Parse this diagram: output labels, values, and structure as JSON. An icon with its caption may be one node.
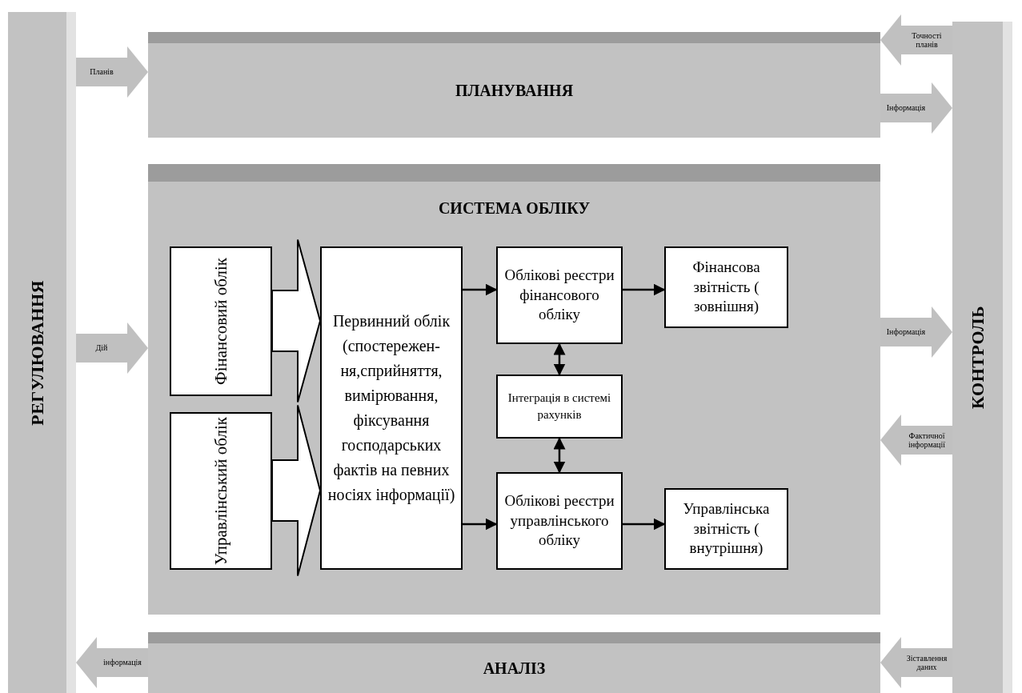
{
  "diagram": {
    "nodes": [
      {
        "text": [
          "РЕГУЛЮВАННЯ"
        ]
      },
      {
        "text": [
          "ПЛАНУВАННЯ"
        ]
      },
      {
        "text": [
          "КОНТРОЛЬ"
        ]
      },
      {
        "text": [
          "СИСТЕМА ОБЛІКУ"
        ]
      },
      {
        "text": [
          "Фінансовий облік"
        ],
        "in": 3
      },
      {
        "text": [
          "Управлінський облік"
        ],
        "in": 3
      },
      {
        "text": [
          "Первинний облік (спостережен-ня,сприйняття, вимірювання, фіксування господарських фактів на певних носіях інформації)"
        ],
        "in": 3
      },
      {
        "text": [
          "Облікові реєстри фінансового обліку"
        ],
        "in": 3
      },
      {
        "text": [
          "Фінансова звітність ( зовнішня)"
        ],
        "in": 3
      },
      {
        "text": [
          "Інтеграція в системі рахунків"
        ],
        "in": 3
      },
      {
        "text": [
          "Облікові реєстри управлінського обліку"
        ],
        "in": 3
      },
      {
        "text": [
          "Управлінська звітність ( внутрішня)"
        ],
        "in": 3
      },
      {
        "text": [
          "АНАЛІЗ"
        ]
      }
    ],
    "edges": [
      {
        "from": 0,
        "to": 1,
        "arrow": "to",
        "label": "Планів",
        "style": "thick",
        "color": "#c0c0c0"
      },
      {
        "from": 2,
        "to": 1,
        "arrow": "to",
        "label": "Точності планів",
        "style": "thick",
        "color": "#c0c0c0"
      },
      {
        "from": 1,
        "to": 2,
        "arrow": "to",
        "label": "Інформація",
        "style": "thick",
        "color": "#c0c0c0"
      },
      {
        "from": 0,
        "to": 3,
        "arrow": "to",
        "label": "Дій",
        "style": "thick",
        "color": "#c0c0c0"
      },
      {
        "from": 3,
        "to": 2,
        "arrow": "to",
        "label": "Інформація",
        "style": "thick",
        "color": "#c0c0c0"
      },
      {
        "from": 2,
        "to": 3,
        "arrow": "to",
        "label": "Фактичної інформації",
        "style": "thick",
        "color": "#c0c0c0"
      },
      {
        "from": 12,
        "to": 0,
        "arrow": "to",
        "label": "інформація",
        "style": "thick",
        "color": "#c0c0c0"
      },
      {
        "from": 2,
        "to": 12,
        "arrow": "to",
        "label": "Зіставлення даних",
        "style": "thick",
        "color": "#c0c0c0"
      },
      {
        "from": 4,
        "to": 6,
        "arrow": "to",
        "style": "thick",
        "color": "#ffffff"
      },
      {
        "from": 5,
        "to": 6,
        "arrow": "to",
        "style": "thick",
        "color": "#ffffff"
      },
      {
        "from": 6,
        "to": 7,
        "arrow": "to"
      },
      {
        "from": 6,
        "to": 10,
        "arrow": "to"
      },
      {
        "from": 7,
        "to": 8,
        "arrow": "to"
      },
      {
        "from": 10,
        "to": 11,
        "arrow": "to"
      },
      {
        "from": 7,
        "to": 9,
        "arrow": "both"
      },
      {
        "from": 9,
        "to": 10,
        "arrow": "both"
      }
    ]
  }
}
